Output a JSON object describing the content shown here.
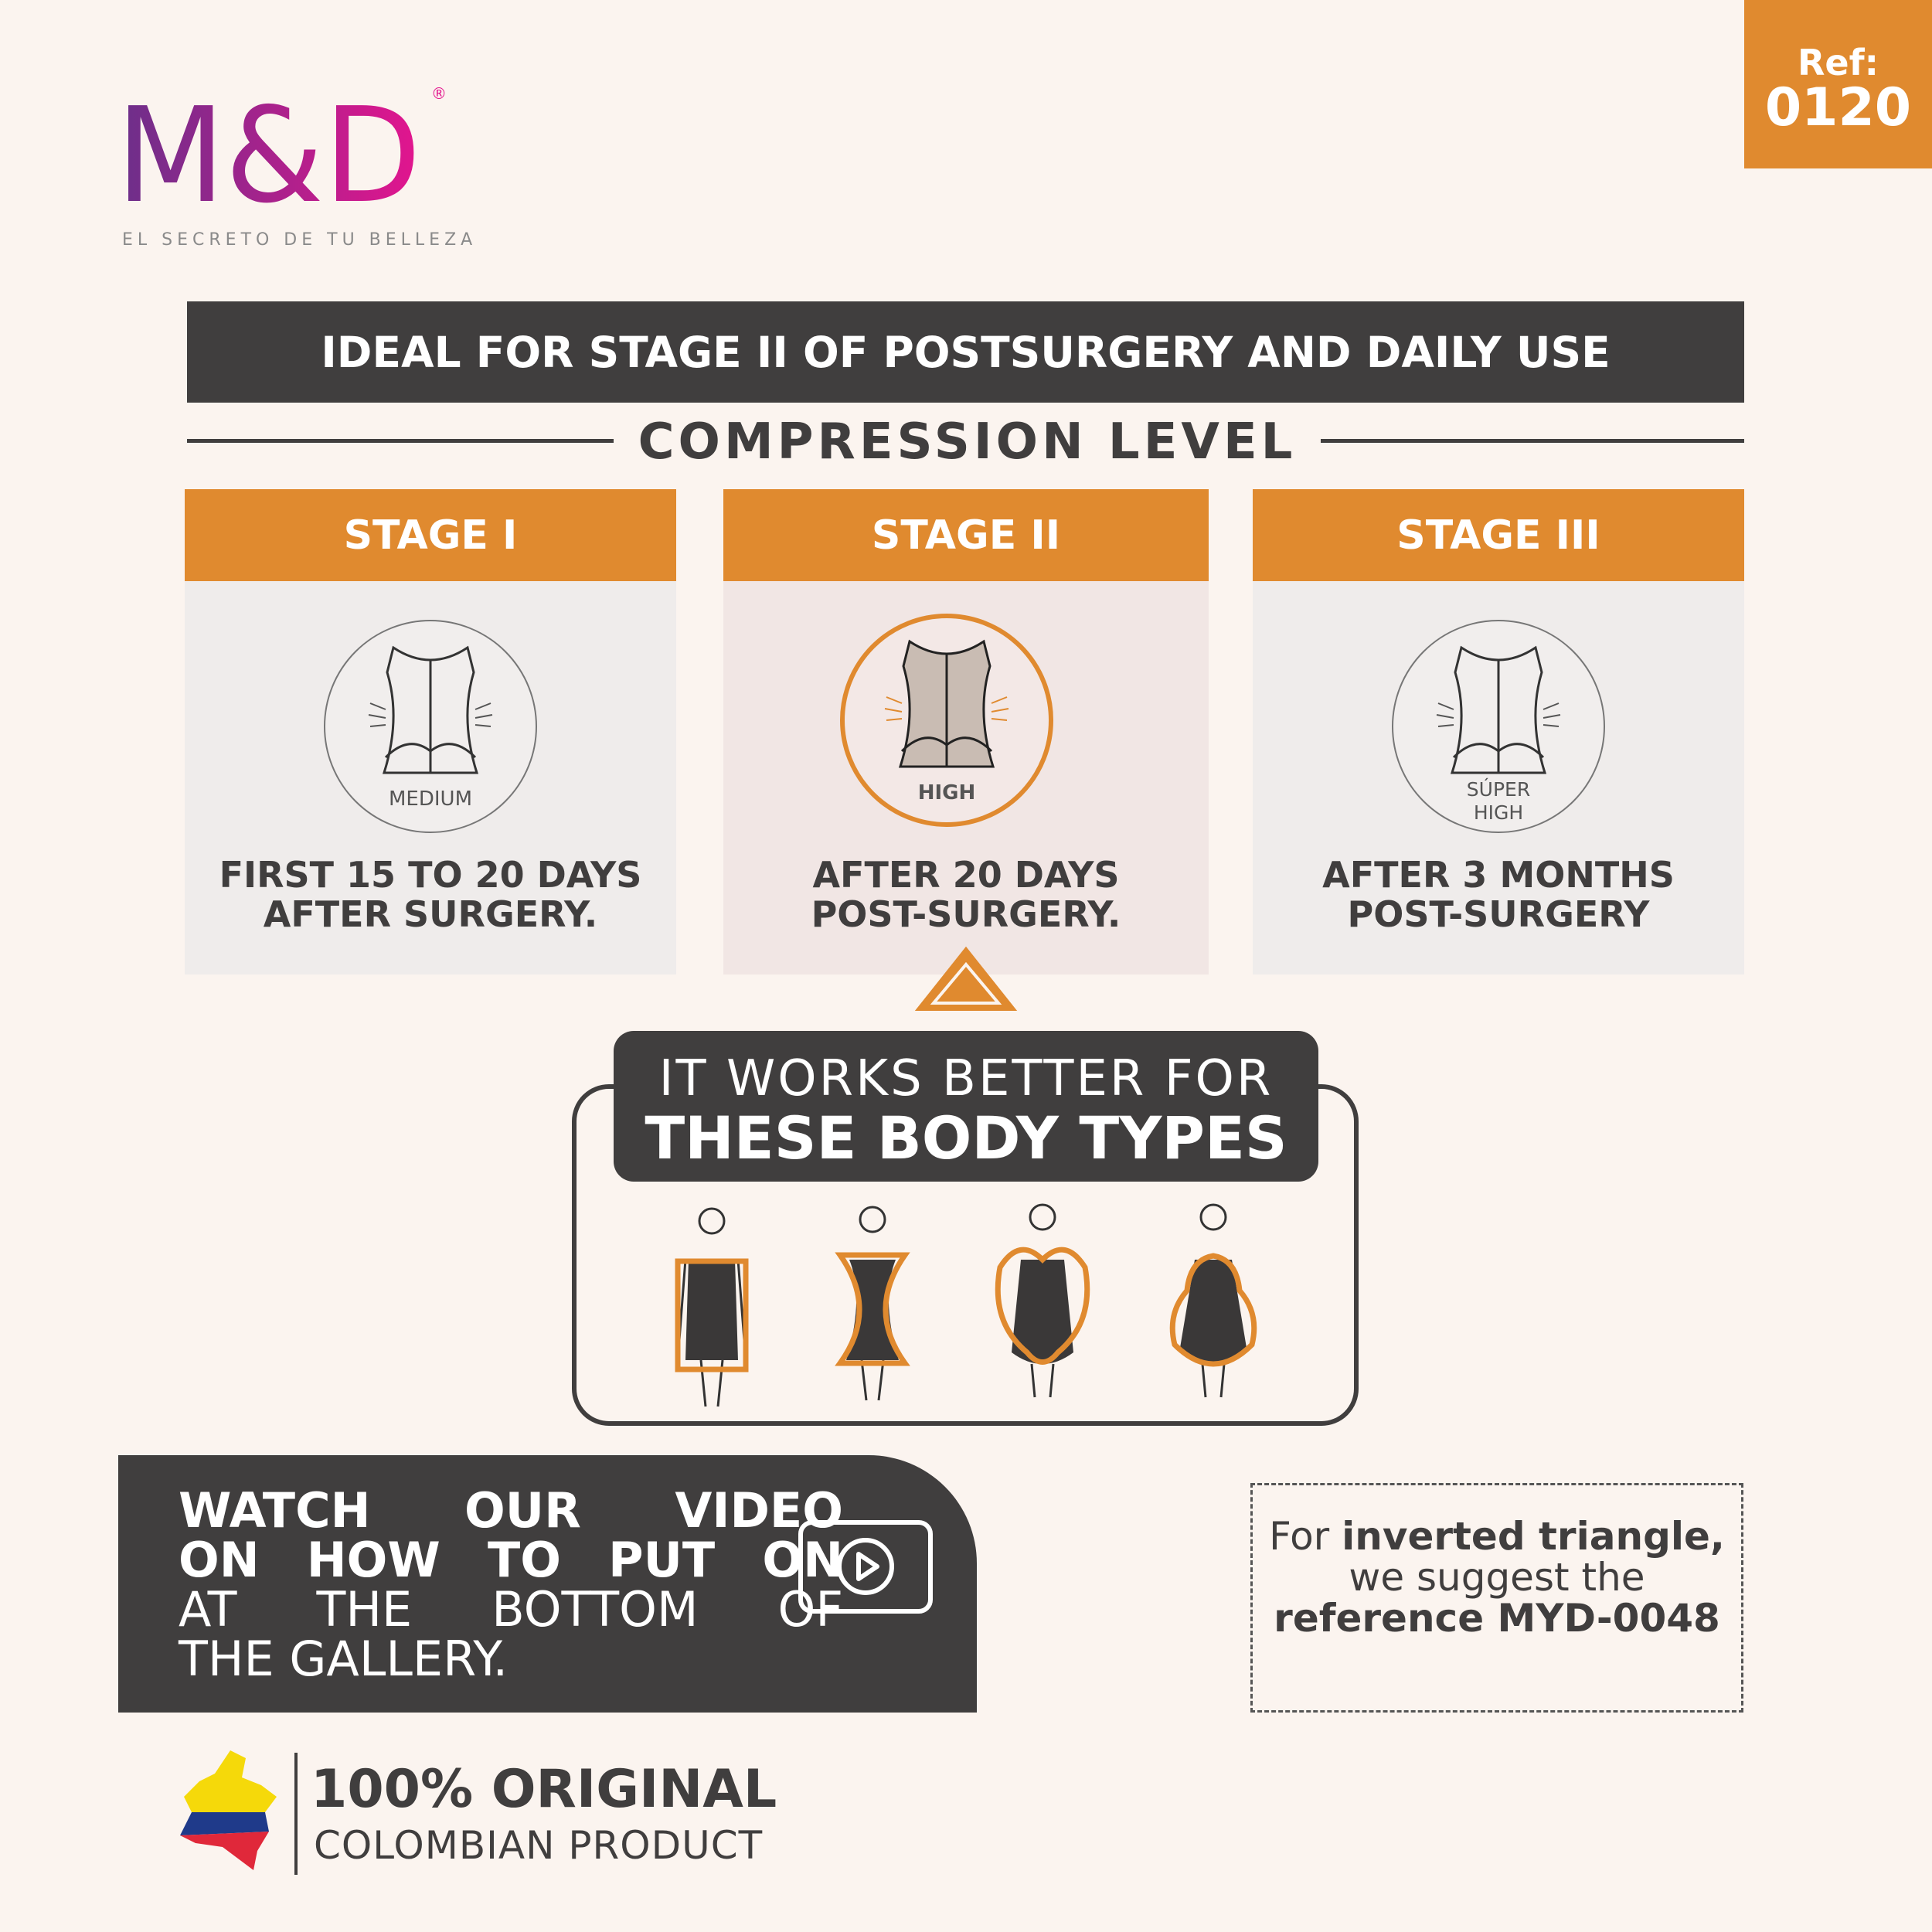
{
  "ref": {
    "label": "Ref:",
    "value": "0120"
  },
  "logo": {
    "text": "M&D",
    "tagline": "EL SECRETO DE TU BELLEZA"
  },
  "banner": "IDEAL FOR STAGE II OF POSTSURGERY AND DAILY USE",
  "compression_title": "COMPRESSION LEVEL",
  "stages": [
    {
      "title": "STAGE I",
      "level": "MEDIUM",
      "level2": "",
      "desc1": "FIRST 15 TO 20 DAYS",
      "desc2": "AFTER SURGERY."
    },
    {
      "title": "STAGE II",
      "level": "HIGH",
      "level2": "",
      "desc1": "AFTER 20 DAYS",
      "desc2": "POST-SURGERY."
    },
    {
      "title": "STAGE III",
      "level": "SÚPER",
      "level2": "HIGH",
      "desc1": "AFTER 3 MONTHS",
      "desc2": "POST-SURGERY"
    }
  ],
  "body_types": {
    "line1": "IT WORKS BETTER FOR",
    "line2": "THESE BODY TYPES"
  },
  "video": {
    "l1": "WATCH OUR VIDEO",
    "l2": "ON HOW TO PUT ON",
    "l3": "AT THE BOTTOM OF",
    "l4": "THE GALLERY."
  },
  "suggest": {
    "p1": "For ",
    "b1": "inverted triangle,",
    "l2": "we suggest the",
    "l3": "reference MYD-0048"
  },
  "origin": {
    "title": "100% ORIGINAL",
    "sub": "COLOMBIAN PRODUCT"
  },
  "colors": {
    "accent": "#e08a2f",
    "dark": "#403e3e",
    "bg": "#fbf4ef"
  }
}
